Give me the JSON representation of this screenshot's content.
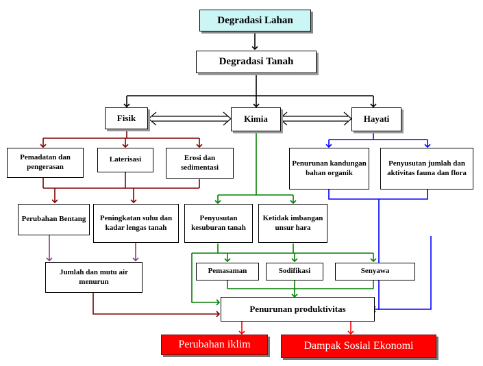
{
  "colors": {
    "black": "#000000",
    "darkred": "#7f0000",
    "green": "#007f00",
    "blue": "#0000ff",
    "purple": "#8b3a7a",
    "red": "#ff0000"
  },
  "nodes": {
    "degradasi_lahan": "Degradasi Lahan",
    "degradasi_tanah": "Degradasi Tanah",
    "fisik": "Fisik",
    "kimia": "Kimia",
    "hayati": "Hayati",
    "pemadatan": "Pemadatan dan pengerasan",
    "laterisasi": "Laterisasi",
    "erosi": "Erosi dan sedimentasi",
    "penurunan_kandungan": "Penurunan kandungan bahan organik",
    "penyusutan_jumlah": "Penyusutan jumlah dan aktivitas fauna dan flora",
    "perubahan_bentang": "Perubahan Bentang",
    "peningkatan_suhu": "Peningkatan suhu dan kadar lengas tanah",
    "penyusutan_kesuburan": "Penyusutan kesuburan tanah",
    "ketidak_imbangan": "Ketidak imbangan unsur hara",
    "jumlah_mutu_air": "Jumlah dan mutu air menurun",
    "pemasaman": "Pemasaman",
    "sodifikasi": "Sodifikasi",
    "senyawa": "Senyawa",
    "penurunan_produktivitas": "Penurunan produktivitas",
    "perubahan_iklim": "Perubahan iklim",
    "dampak_sosial": "Dampak Sosial Ekonomi"
  }
}
